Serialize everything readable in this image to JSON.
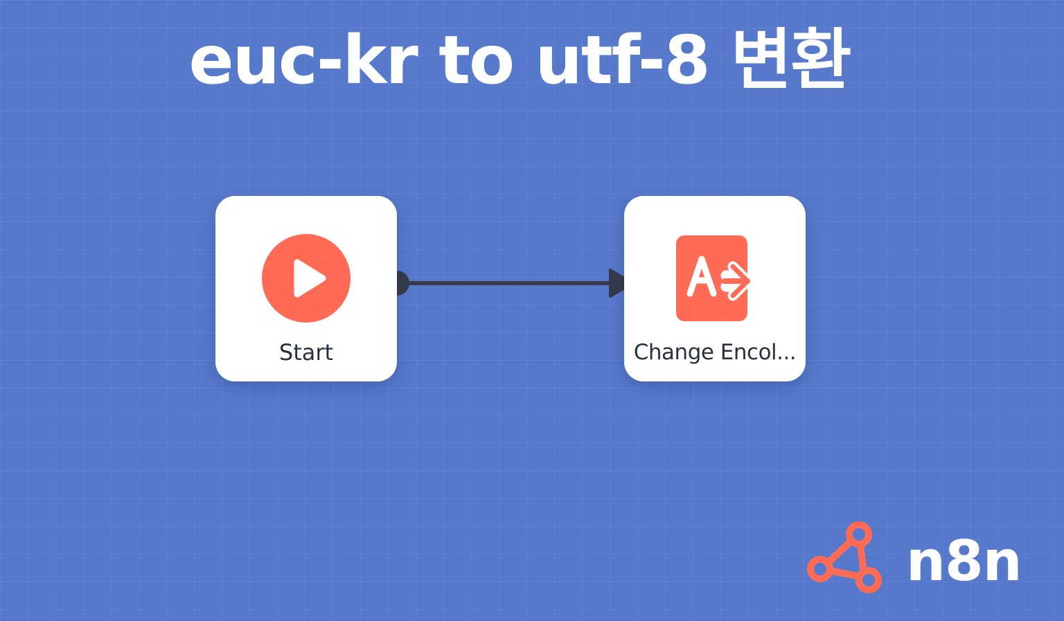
{
  "title": "euc-kr to utf-8 변환",
  "colors": {
    "canvas_background": "#5679cc",
    "node_background": "#ffffff",
    "node_icon_accent": "#ff6b55",
    "connector": "#353b4a",
    "label_text": "#2b3040",
    "title_text": "#ffffff"
  },
  "workflow": {
    "nodes": [
      {
        "label": "Start",
        "icon": "play-icon"
      },
      {
        "label": "Change Encol...",
        "icon": "text-encoding-icon"
      }
    ],
    "connections": [
      {
        "from": "Start",
        "to": "Change Encol..."
      }
    ]
  },
  "brand": {
    "logo_icon": "n8n-logo-icon",
    "name": "n8n"
  }
}
